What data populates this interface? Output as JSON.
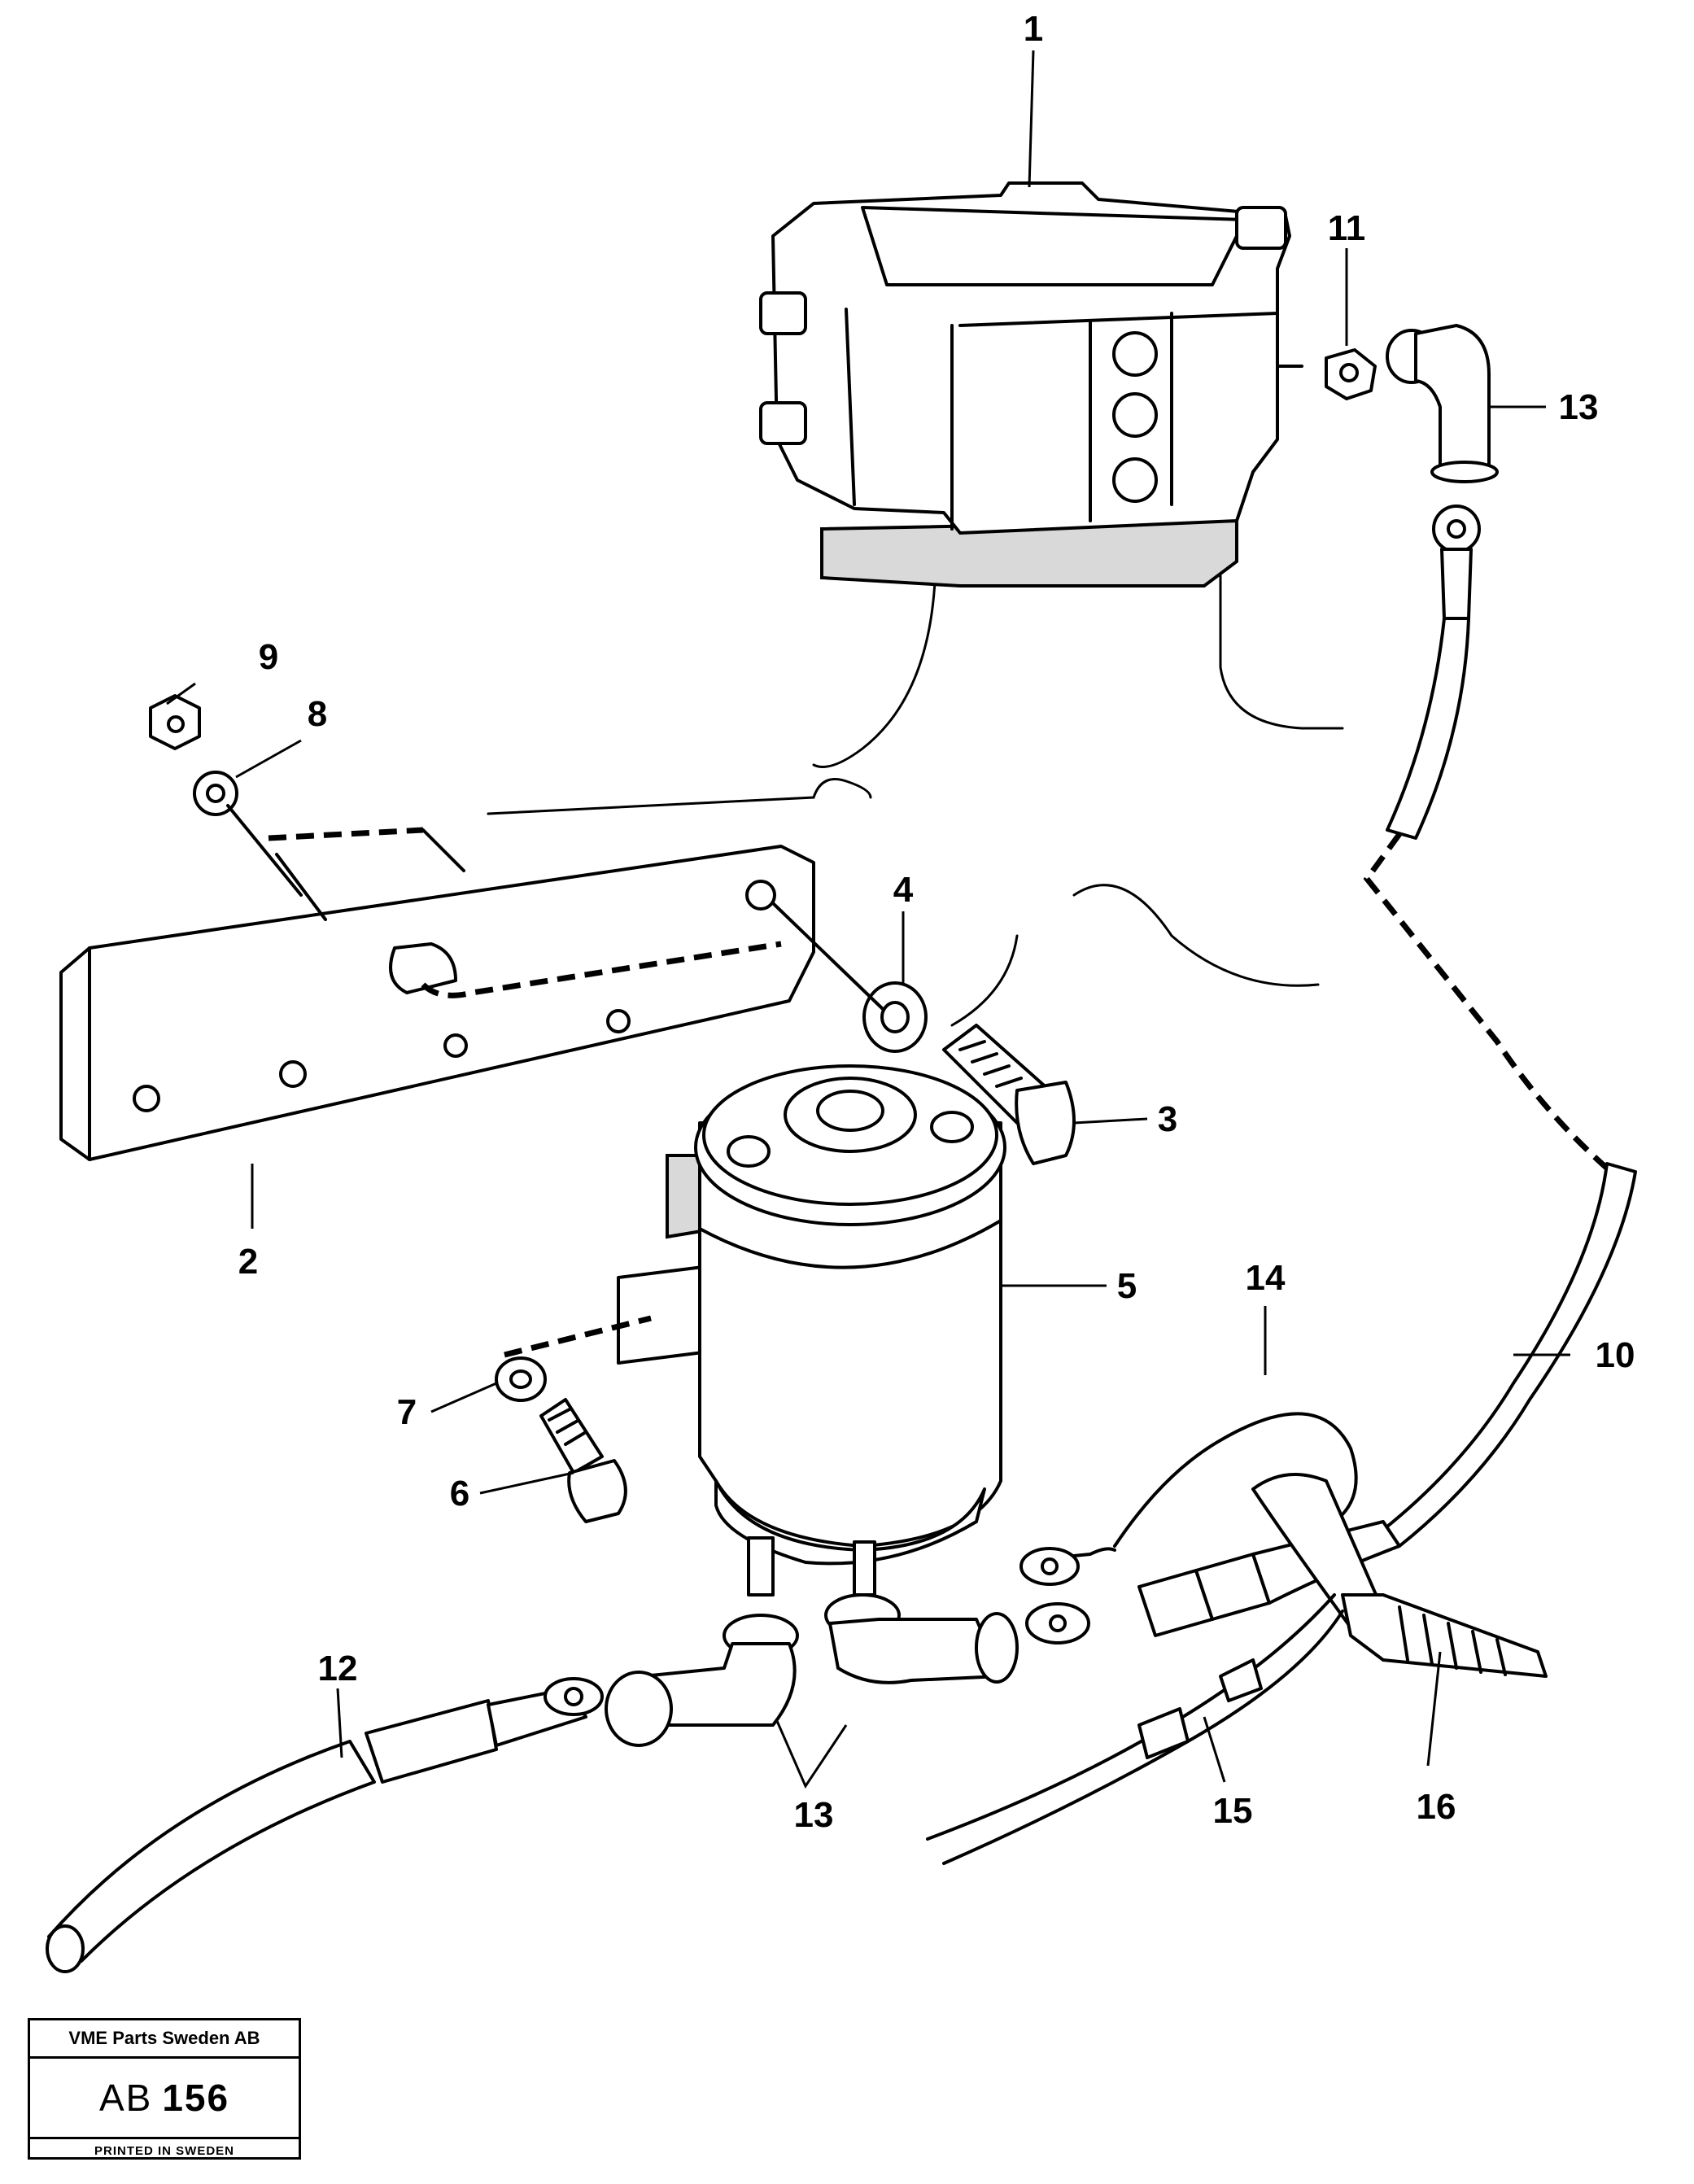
{
  "callouts": {
    "c1": "1",
    "c2": "2",
    "c3": "3",
    "c4": "4",
    "c5": "5",
    "c6": "6",
    "c7": "7",
    "c8": "8",
    "c9": "9",
    "c10": "10",
    "c11": "11",
    "c12": "12",
    "c13a": "13",
    "c13b": "13",
    "c14": "14",
    "c15": "15",
    "c16": "16"
  },
  "stamp": {
    "company": "VME Parts Sweden AB",
    "code_prefix": "AB",
    "code_number": "156",
    "printed": "PRINTED IN SWEDEN"
  }
}
